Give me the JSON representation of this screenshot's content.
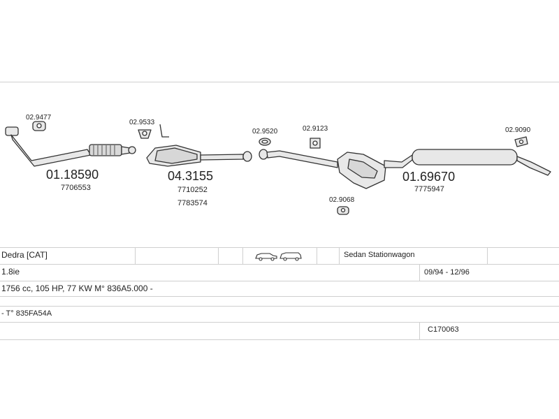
{
  "parts": [
    {
      "code": "02.9477"
    },
    {
      "code": "01.18590",
      "oe": "7706553"
    },
    {
      "code": "02.9533"
    },
    {
      "code": "04.3155",
      "oe": "7710252",
      "oe2": "7783574"
    },
    {
      "code": "02.9520"
    },
    {
      "code": "02.9123"
    },
    {
      "code": "02.9068"
    },
    {
      "code": "01.69670",
      "oe": "7775947"
    },
    {
      "code": "02.9090"
    }
  ],
  "table": {
    "model": "Dedra  [CAT]",
    "body_types": "Sedan  Stationwagon",
    "engine": "1.8ie",
    "years": "09/94 - 12/96",
    "specs": "1756 cc, 105 HP, 77 KW M° 836A5.000 -",
    "engine_code": "- T° 835FA54A",
    "ref": "C170063"
  },
  "colors": {
    "ink": "#333333",
    "line": "#cfcfcf",
    "fill": "#e6e6e6"
  }
}
